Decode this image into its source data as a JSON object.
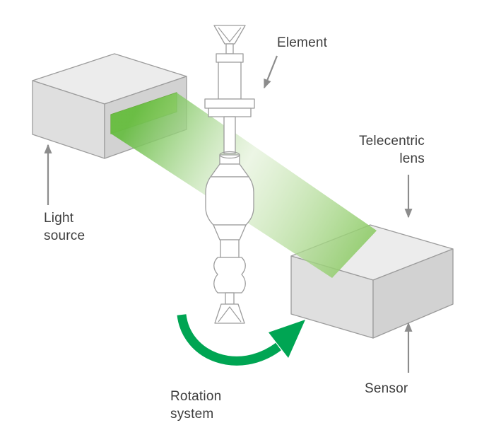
{
  "figure": {
    "labels": {
      "element": "Element",
      "telecentric_lens": "Telecentric\nlens",
      "light_source": "Light\nsource",
      "rotation_system": "Rotation\nsystem",
      "sensor": "Sensor"
    },
    "colors": {
      "accent_green": "#00a553",
      "beam_start": "#69bd45",
      "beam_mid": "#ddeed0",
      "beam_end": "#8bca63",
      "window_green": "#8cc63f",
      "window_border": "#68a93a"
    }
  }
}
